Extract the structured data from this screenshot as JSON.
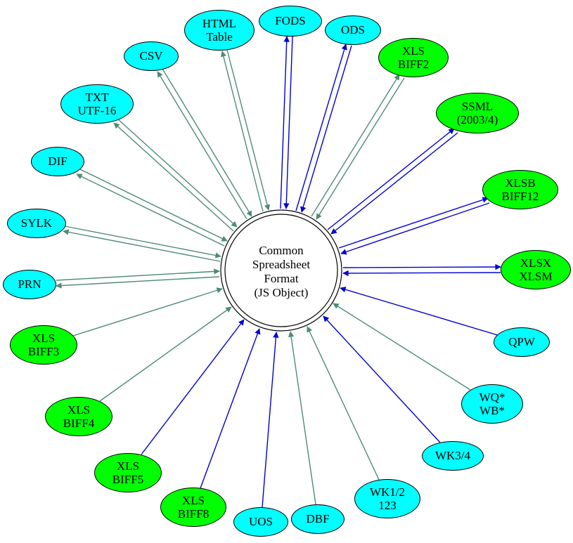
{
  "diagram": {
    "title": "Spreadsheet format conversion diagram",
    "center": {
      "label": "Common\nSpreadsheet\nFormat\n(JS Object)"
    },
    "colors": {
      "edge_blue": "#0000d0",
      "edge_green": "#4e8b74",
      "node_cyan": "#00ffff",
      "node_green": "#00ff00",
      "center_fill": "#ffffff"
    },
    "nodes": [
      {
        "id": "html-table",
        "label": "HTML\nTable",
        "fill": "cyan",
        "arrows": "both",
        "edge_color": "#4e8b74"
      },
      {
        "id": "fods",
        "label": "FODS",
        "fill": "cyan",
        "arrows": "both",
        "edge_color": "#0000d0"
      },
      {
        "id": "ods",
        "label": "ODS",
        "fill": "cyan",
        "arrows": "both",
        "edge_color": "#0000d0"
      },
      {
        "id": "xls-biff2",
        "label": "XLS\nBIFF2",
        "fill": "green",
        "arrows": "both",
        "edge_color": "#4e8b74"
      },
      {
        "id": "ssml",
        "label": "SSML\n(2003/4)",
        "fill": "green",
        "arrows": "both",
        "edge_color": "#0000d0"
      },
      {
        "id": "xlsb",
        "label": "XLSB\nBIFF12",
        "fill": "green",
        "arrows": "both",
        "edge_color": "#0000d0"
      },
      {
        "id": "xlsx",
        "label": "XLSX\nXLSM",
        "fill": "green",
        "arrows": "both",
        "edge_color": "#0000d0"
      },
      {
        "id": "qpw",
        "label": "QPW",
        "fill": "cyan",
        "arrows": "to-center",
        "edge_color": "#0000d0"
      },
      {
        "id": "wq-wb",
        "label": "WQ*\nWB*",
        "fill": "cyan",
        "arrows": "to-center",
        "edge_color": "#4e8b74"
      },
      {
        "id": "wk34",
        "label": "WK3/4",
        "fill": "cyan",
        "arrows": "to-center",
        "edge_color": "#0000d0"
      },
      {
        "id": "wk12",
        "label": "WK1/2\n123",
        "fill": "cyan",
        "arrows": "to-center",
        "edge_color": "#4e8b74"
      },
      {
        "id": "dbf",
        "label": "DBF",
        "fill": "cyan",
        "arrows": "to-center",
        "edge_color": "#4e8b74"
      },
      {
        "id": "uos",
        "label": "UOS",
        "fill": "cyan",
        "arrows": "to-center",
        "edge_color": "#0000d0"
      },
      {
        "id": "xls-biff8",
        "label": "XLS\nBIFF8",
        "fill": "green",
        "arrows": "to-center",
        "edge_color": "#0000d0"
      },
      {
        "id": "xls-biff5",
        "label": "XLS\nBIFF5",
        "fill": "green",
        "arrows": "to-center",
        "edge_color": "#0000d0"
      },
      {
        "id": "xls-biff4",
        "label": "XLS\nBIFF4",
        "fill": "green",
        "arrows": "to-center",
        "edge_color": "#4e8b74"
      },
      {
        "id": "xls-biff3",
        "label": "XLS\nBIFF3",
        "fill": "green",
        "arrows": "to-center",
        "edge_color": "#4e8b74"
      },
      {
        "id": "prn",
        "label": "PRN",
        "fill": "cyan",
        "arrows": "both",
        "edge_color": "#4e8b74"
      },
      {
        "id": "sylk",
        "label": "SYLK",
        "fill": "cyan",
        "arrows": "both",
        "edge_color": "#4e8b74"
      },
      {
        "id": "dif",
        "label": "DIF",
        "fill": "cyan",
        "arrows": "both",
        "edge_color": "#4e8b74"
      },
      {
        "id": "txt",
        "label": "TXT\nUTF-16",
        "fill": "cyan",
        "arrows": "both",
        "edge_color": "#4e8b74"
      },
      {
        "id": "csv",
        "label": "CSV",
        "fill": "cyan",
        "arrows": "both",
        "edge_color": "#4e8b74"
      }
    ]
  }
}
